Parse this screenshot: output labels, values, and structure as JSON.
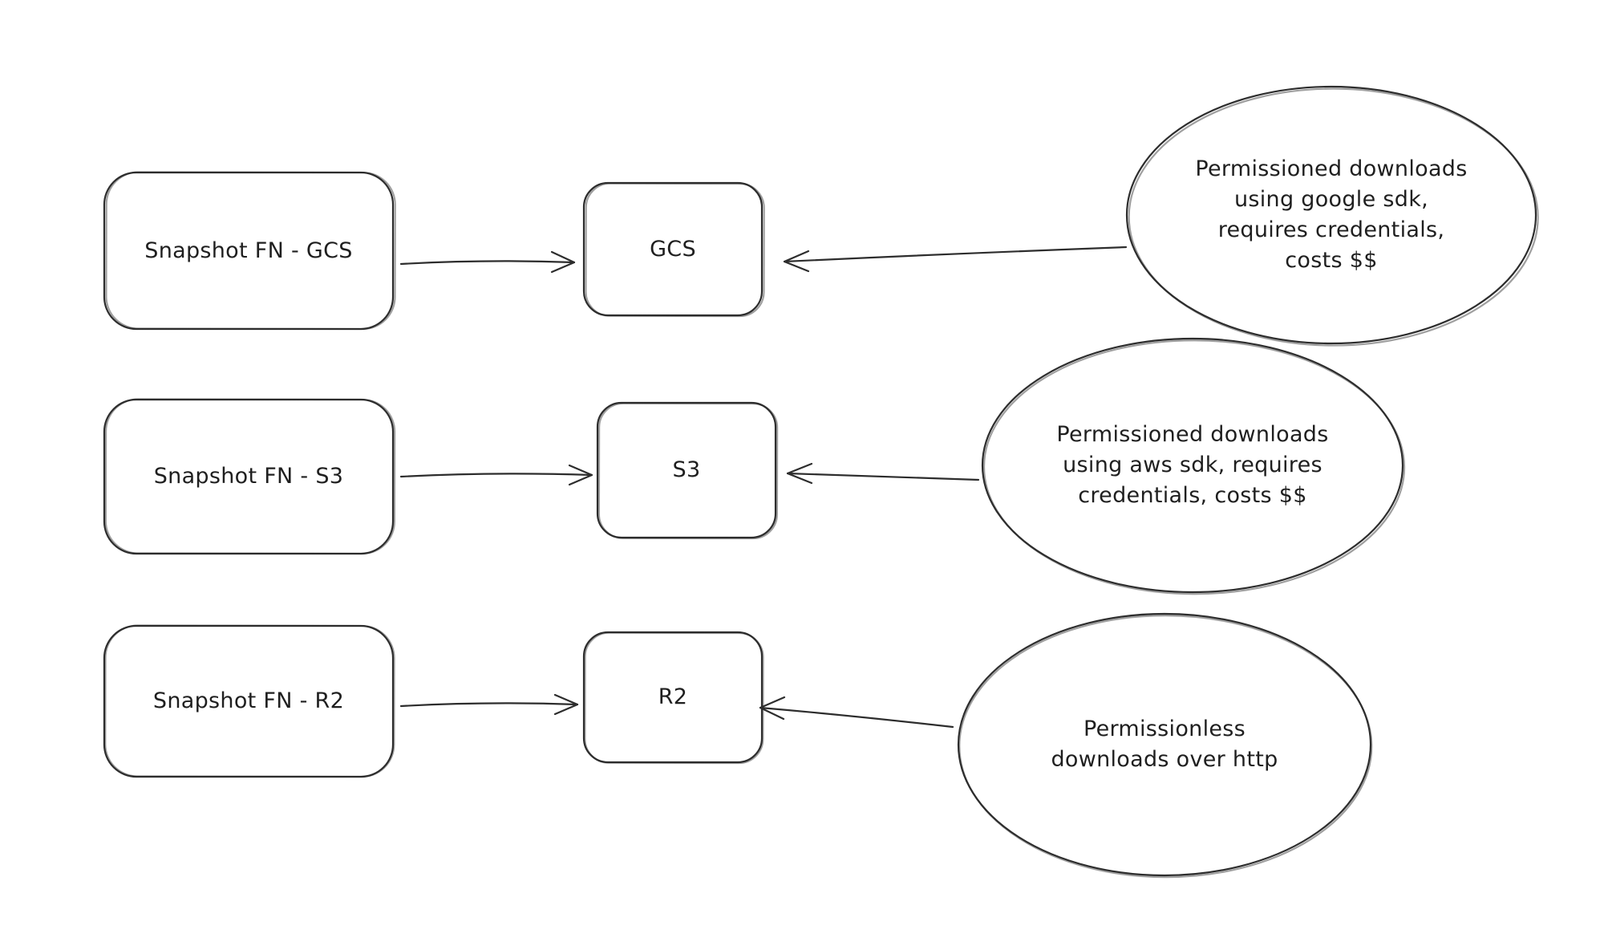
{
  "diagram": {
    "background": "#ffffff",
    "stroke_color": "#2d2d2d",
    "source_nodes": [
      {
        "label": "Snapshot FN - GCS"
      },
      {
        "label": "Snapshot FN - S3"
      },
      {
        "label": "Snapshot FN - R2"
      }
    ],
    "storage_nodes": [
      {
        "label": "GCS"
      },
      {
        "label": "S3"
      },
      {
        "label": "R2"
      }
    ],
    "notes": [
      {
        "text": "Permissioned downloads\nusing google sdk,\nrequires credentials,\ncosts $$"
      },
      {
        "text": "Permissioned downloads\nusing aws sdk, requires\ncredentials, costs $$"
      },
      {
        "text": "Permissionless\ndownloads over http"
      }
    ],
    "edges": [
      {
        "from": "Snapshot FN - GCS",
        "to": "GCS"
      },
      {
        "from": "Permissioned downloads using google sdk, requires credentials, costs $$",
        "to": "GCS"
      },
      {
        "from": "Snapshot FN - S3",
        "to": "S3"
      },
      {
        "from": "Permissioned downloads using aws sdk, requires credentials, costs $$",
        "to": "S3"
      },
      {
        "from": "Snapshot FN - R2",
        "to": "R2"
      },
      {
        "from": "Permissionless downloads over http",
        "to": "R2"
      }
    ]
  }
}
